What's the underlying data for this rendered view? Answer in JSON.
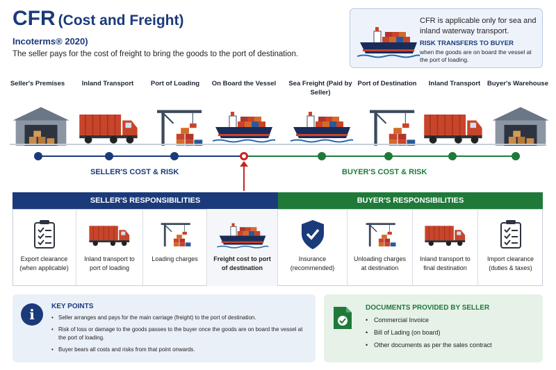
{
  "header": {
    "title": "CFR",
    "title_sub": "(Cost and Freight)",
    "incoterms": "Incoterms® 2020)",
    "tagline": "The seller pays for the cost of freight to bring the goods to the port of destination."
  },
  "info": {
    "line1": "CFR is applicable only for sea and inland waterway transport.",
    "risk_title": "RISK TRANSFERS TO BUYER",
    "risk_desc": "when the goods are on board the vessel at the port of loading."
  },
  "stages": [
    {
      "label": "Seller's Premises",
      "icon": "warehouse-icon"
    },
    {
      "label": "Inland Transport",
      "icon": "truck-icon"
    },
    {
      "label": "Port of Loading",
      "icon": "crane-icon"
    },
    {
      "label": "On Board the Vessel",
      "icon": "ship-icon"
    },
    {
      "label": "Sea Freight (Paid by Seller)",
      "icon": "ship-icon"
    },
    {
      "label": "Port of Destination",
      "icon": "crane-icon"
    },
    {
      "label": "Inland Transport",
      "icon": "truck-icon"
    },
    {
      "label": "Buyer's Warehouse",
      "icon": "warehouse-icon"
    }
  ],
  "risk_labels": {
    "seller": "SELLER'S COST & RISK",
    "buyer": "BUYER'S COST & RISK"
  },
  "responsibilities": {
    "seller_title": "SELLER'S RESPONSIBILITIES",
    "buyer_title": "BUYER'S RESPONSIBILITIES",
    "seller": [
      {
        "text": "Export clearance (when applicable)",
        "icon": "checklist-icon"
      },
      {
        "text": "Inland transport to port of loading",
        "icon": "truck-icon"
      },
      {
        "text": "Loading charges",
        "icon": "crane-icon"
      },
      {
        "text": "Freight cost to port of destination",
        "icon": "ship-icon"
      }
    ],
    "buyer": [
      {
        "text": "Insurance (recommended)",
        "icon": "shield-check-icon"
      },
      {
        "text": "Unloading charges at destination",
        "icon": "crane-icon"
      },
      {
        "text": "Inland transport to final destination",
        "icon": "truck-icon"
      },
      {
        "text": "Import clearance (duties & taxes)",
        "icon": "checklist-icon"
      }
    ]
  },
  "key_points": {
    "title": "KEY POINTS",
    "icon": "info-icon",
    "icon_glyph": "i",
    "items": [
      "Seller arranges and pays for the main carriage (freight) to the port of destination.",
      "Risk of loss or damage to the goods passes to the buyer once the goods are on board the vessel at the port of loading.",
      "Buyer bears all costs and risks from that point onwards."
    ]
  },
  "documents": {
    "title": "DOCUMENTS PROVIDED BY SELLER",
    "icon": "document-check-icon",
    "items": [
      "Commercial Invoice",
      "Bill of Lading (on board)",
      "Other documents as per the sales contract"
    ]
  },
  "colors": {
    "seller": "#1a3a7a",
    "buyer": "#1f7a3a",
    "risk_transfer": "#cc2222"
  }
}
